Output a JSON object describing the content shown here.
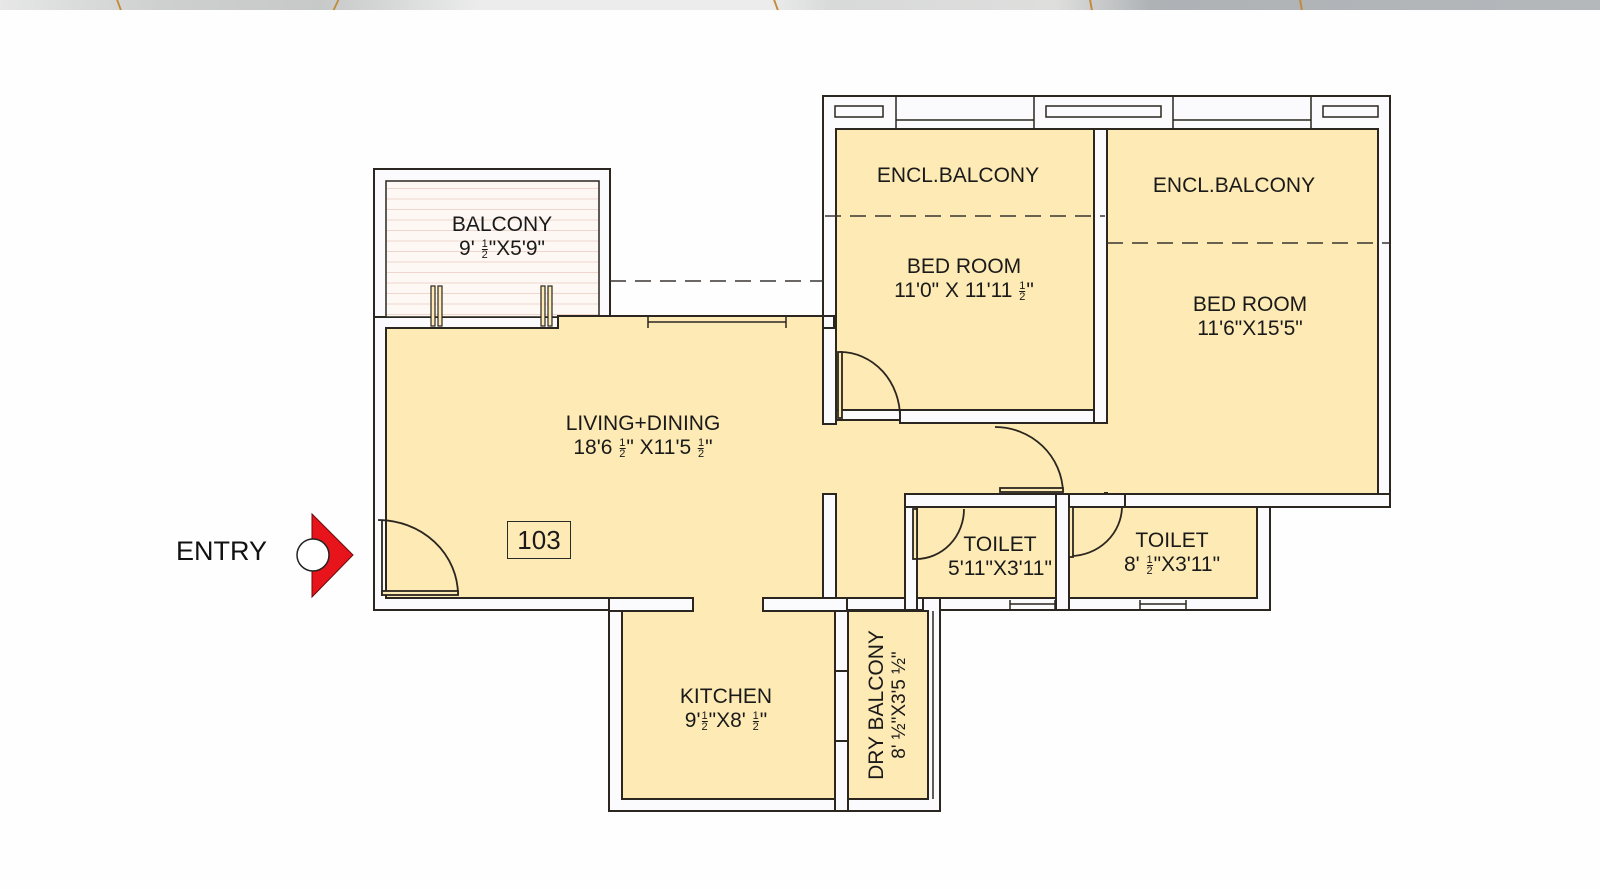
{
  "colors": {
    "room_fill": "#fdeab4",
    "wall_fill": "#fbfbfd",
    "wall_stroke": "#2b2620",
    "entry_arrow": "#e8141c",
    "balcony_stripe": "#f2d9d0"
  },
  "unit": {
    "number": "103"
  },
  "entry": {
    "label": "ENTRY",
    "icon": "entry-arrow-icon"
  },
  "rooms": {
    "balcony": {
      "name": "BALCONY",
      "dim_a": "9'",
      "dim_a_frac": [
        "1",
        "2"
      ],
      "dim_b": "\"X5'9\""
    },
    "encl_balcony_1": {
      "name": "ENCL.BALCONY"
    },
    "encl_balcony_2": {
      "name": "ENCL.BALCONY"
    },
    "bedroom_1": {
      "name": "BED ROOM",
      "dim_a": "11'0\" X 11'11",
      "dim_a_frac": [
        "1",
        "2"
      ],
      "dim_b": "\""
    },
    "bedroom_2": {
      "name": "BED ROOM",
      "dim": "11'6\"X15'5\""
    },
    "living_dining": {
      "name": "LIVING+DINING",
      "dim_a": "18'6",
      "dim_a_frac": [
        "1",
        "2"
      ],
      "dim_b": "\" X11'5",
      "dim_b_frac": [
        "1",
        "2"
      ],
      "dim_c": "\""
    },
    "toilet_1": {
      "name": "TOILET",
      "dim": "5'11\"X3'11\""
    },
    "toilet_2": {
      "name": "TOILET",
      "dim_a": "8'",
      "dim_a_frac": [
        "1",
        "2"
      ],
      "dim_b": "\"X3'11\""
    },
    "kitchen": {
      "name": "KITCHEN",
      "dim_a": "9'",
      "dim_a_frac": [
        "1",
        "2"
      ],
      "dim_b": "\"X8'",
      "dim_b_frac": [
        "1",
        "2"
      ],
      "dim_c": "\""
    },
    "dry_balcony": {
      "name": "DRY BALCONY",
      "dim": "8' ½\"X3'5 ½\""
    }
  }
}
